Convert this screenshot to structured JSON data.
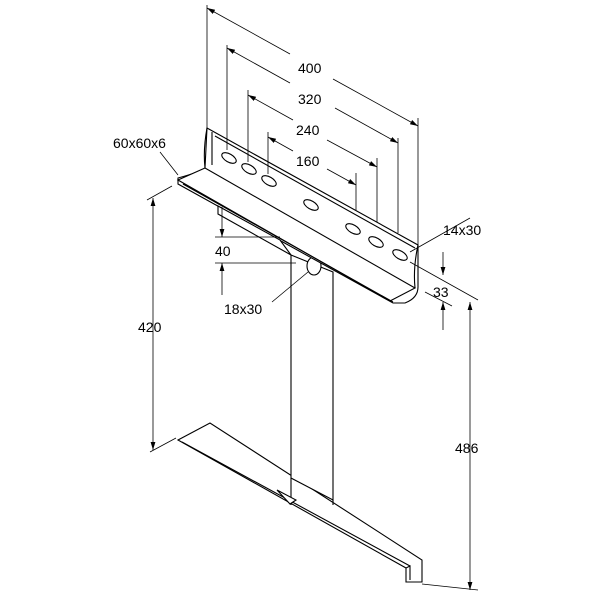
{
  "title": "Wall bracket technical drawing",
  "dimensions": {
    "d400": "400",
    "d320": "320",
    "d240": "240",
    "d160": "160",
    "profile": "60x60x6",
    "slot_top": "14x30",
    "slot_bottom": "18x30",
    "d40": "40",
    "d33": "33",
    "d420": "420",
    "d486": "486"
  },
  "colors": {
    "line": "#000000",
    "background": "#ffffff"
  }
}
